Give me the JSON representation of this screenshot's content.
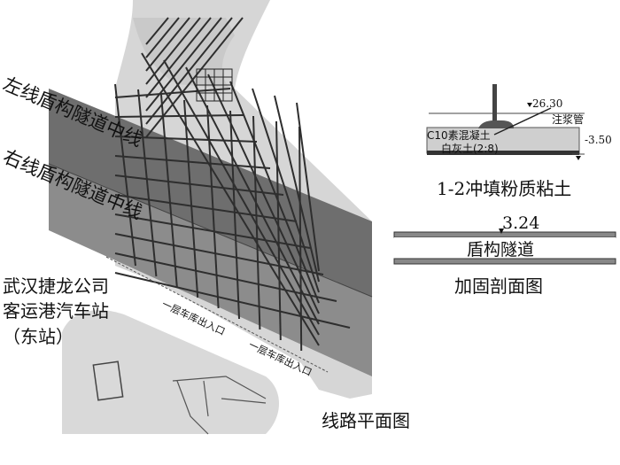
{
  "plan": {
    "left_line_label": "左线盾构隧道中线",
    "right_line_label": "右线盾构隧道中线",
    "station_label_lines": [
      "武汉捷龙公司",
      "客运港汽车站",
      "（东站）"
    ],
    "garage_entrance_1": "一层车库出入口",
    "garage_entrance_2": "一层车库出入口",
    "title": "线路平面图"
  },
  "section": {
    "elevation_top": "26.30",
    "grout_pipe": "注浆管",
    "layer_concrete": "C10素混凝土",
    "layer_lime_soil": "白灰土(2:8)",
    "elevation_bottom": "-3.50",
    "soil_label": "1-2冲填粉质粘土",
    "tunnel_elevation": "3.24",
    "tunnel_label": "盾构隧道",
    "title": "加固剖面图"
  },
  "colors": {
    "plan_area": "#d4d4d4",
    "tunnel_band_dark": "#6e6e6e",
    "tunnel_band_mid": "#8a8a8a",
    "grid": "#333333"
  }
}
